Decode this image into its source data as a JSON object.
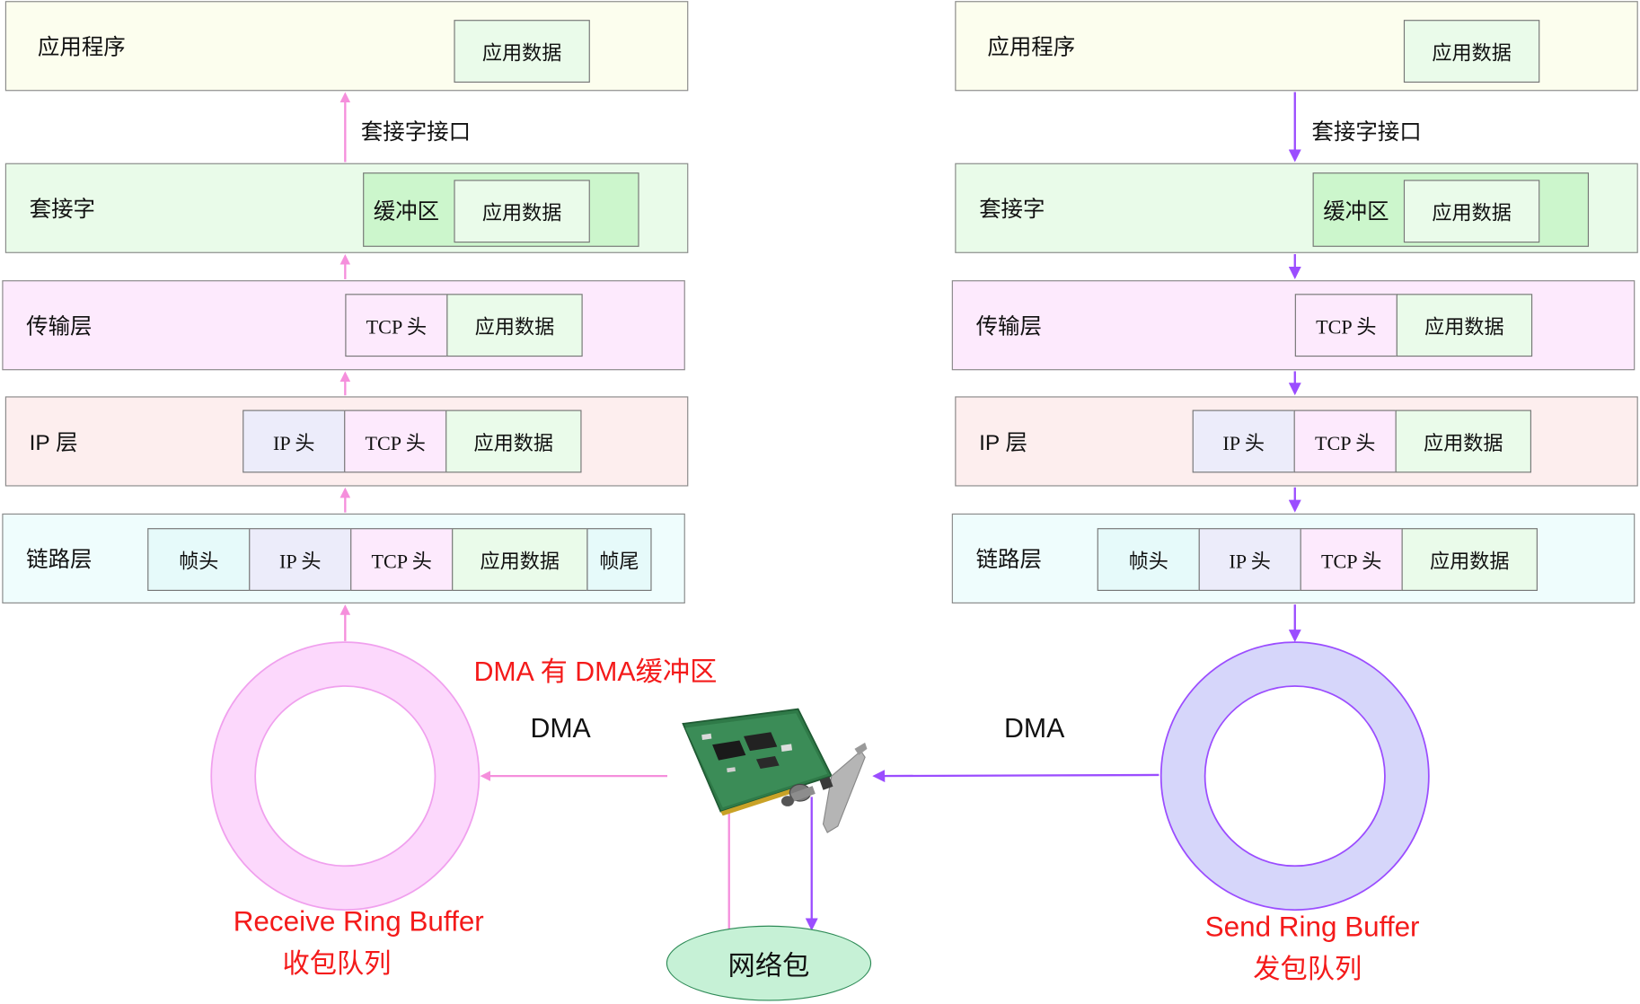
{
  "left": {
    "app": {
      "name": "应用程序",
      "cells": [
        "应用数据"
      ]
    },
    "socket_iface": "套接字接口",
    "sock": {
      "name": "套接字",
      "buffer": "缓冲区",
      "cells": [
        "应用数据"
      ]
    },
    "tcp": {
      "name": "传输层",
      "cells": [
        "TCP 头",
        "应用数据"
      ]
    },
    "ip": {
      "name": "IP 层",
      "cells": [
        "IP 头",
        "TCP 头",
        "应用数据"
      ]
    },
    "link": {
      "name": "链路层",
      "cells": [
        "帧头",
        "IP 头",
        "TCP 头",
        "应用数据",
        "帧尾"
      ]
    },
    "ring_en": "Receive Ring Buffer",
    "ring_cn": "收包队列",
    "dma": "DMA",
    "dma_note": "DMA 有 DMA缓冲区"
  },
  "right": {
    "app": {
      "name": "应用程序",
      "cells": [
        "应用数据"
      ]
    },
    "socket_iface": "套接字接口",
    "sock": {
      "name": "套接字",
      "buffer": "缓冲区",
      "cells": [
        "应用数据"
      ]
    },
    "tcp": {
      "name": "传输层",
      "cells": [
        "TCP 头",
        "应用数据"
      ]
    },
    "ip": {
      "name": "IP 层",
      "cells": [
        "IP 头",
        "TCP 头",
        "应用数据"
      ]
    },
    "link": {
      "name": "链路层",
      "cells": [
        "帧头",
        "IP 头",
        "TCP 头",
        "应用数据"
      ]
    },
    "ring_en": "Send Ring Buffer",
    "ring_cn": "发包队列",
    "dma": "DMA"
  },
  "packet": "网络包",
  "colors": {
    "receive_arrow": "#f58fdc",
    "send_arrow": "#9b4dff",
    "receive_ring": "#fcd8fc",
    "send_ring": "#d6d6fa",
    "red_text": "#f41a1a"
  },
  "icons": {
    "nic": "network-interface-card-image"
  }
}
